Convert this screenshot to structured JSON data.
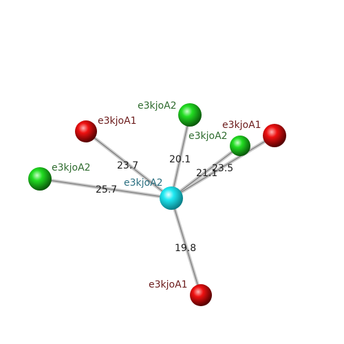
{
  "colors": {
    "A1_sphere": "#dd0000",
    "A2_sphere": "#19d619",
    "center_sphere": "#19e6f0",
    "A1_label": "#6b1a1a",
    "A2_label": "#2e6b2e",
    "center_label": "#2a6f80",
    "bond": "#bdbdbd"
  },
  "center": {
    "label": "e3kjoA2",
    "group": "center"
  },
  "neighbors": [
    {
      "label": "e3kjoA1",
      "group": "A1",
      "distance": "23.7"
    },
    {
      "label": "e3kjoA2",
      "group": "A2",
      "distance": "20.1"
    },
    {
      "label": "e3kjoA2",
      "group": "A2",
      "distance": "21.1"
    },
    {
      "label": "e3kjoA1",
      "group": "A1",
      "distance": "23.5"
    },
    {
      "label": "e3kjoA2",
      "group": "A2",
      "distance": "25.7"
    },
    {
      "label": "e3kjoA1",
      "group": "A1",
      "distance": "19.8"
    }
  ]
}
